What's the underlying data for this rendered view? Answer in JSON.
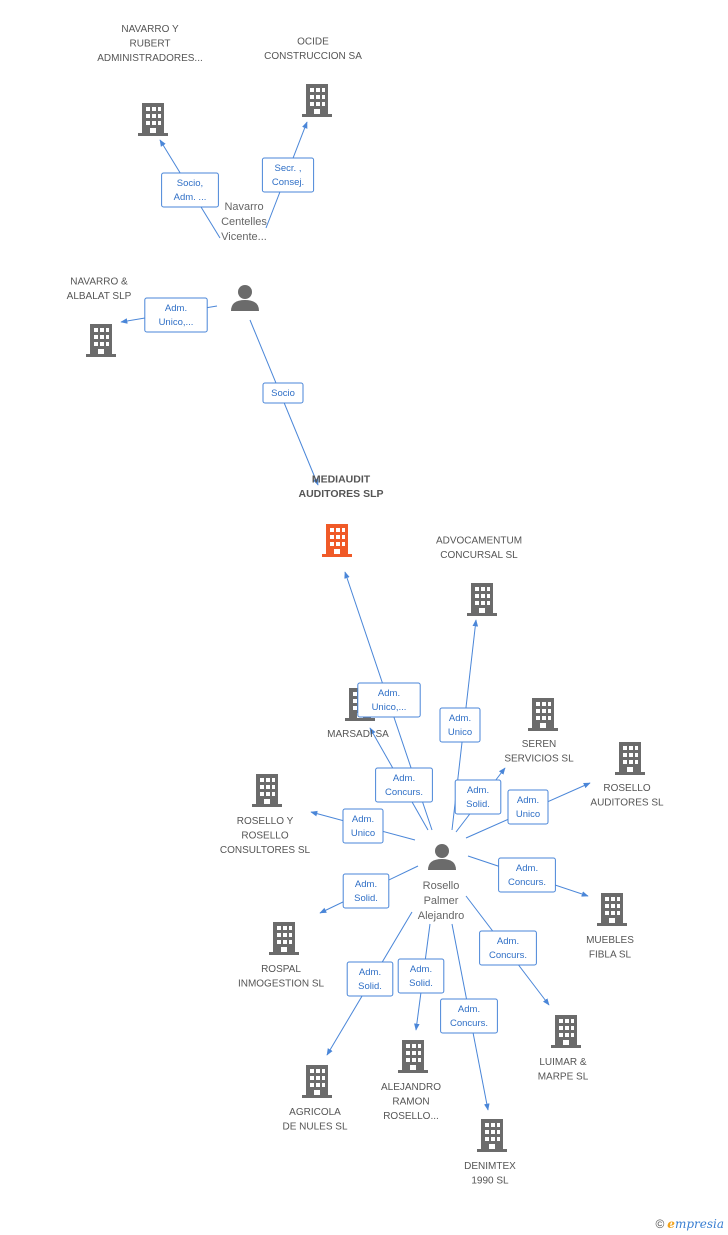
{
  "companies": [
    {
      "id": "mediaudit",
      "label": [
        "MEDIAUDIT",
        "AUDITORES SLP"
      ],
      "center": true,
      "icon": "building-icon"
    },
    {
      "id": "navarro_rubert",
      "label": [
        "NAVARRO Y",
        "RUBERT",
        "ADMINISTRADORES..."
      ],
      "icon": "building-icon"
    },
    {
      "id": "ocide",
      "label": [
        "OCIDE",
        "CONSTRUCCION SA"
      ],
      "icon": "building-icon"
    },
    {
      "id": "navarro_albalat",
      "label": [
        "NAVARRO &",
        "ALBALAT SLP"
      ],
      "icon": "building-icon"
    },
    {
      "id": "advocamentum",
      "label": [
        "ADVOCAMENTUM",
        "CONCURSAL SL"
      ],
      "icon": "building-icon"
    },
    {
      "id": "marsadi",
      "label": [
        "MARSADI SA"
      ],
      "icon": "building-icon"
    },
    {
      "id": "seren",
      "label": [
        "SEREN",
        "SERVICIOS SL"
      ],
      "icon": "building-icon"
    },
    {
      "id": "rosello_auditores",
      "label": [
        "ROSELLO",
        "AUDITORES SL"
      ],
      "icon": "building-icon"
    },
    {
      "id": "rosello_consultores",
      "label": [
        "ROSELLO Y",
        "ROSELLO",
        "CONSULTORES SL"
      ],
      "icon": "building-icon"
    },
    {
      "id": "muebles_fibla",
      "label": [
        "MUEBLES",
        "FIBLA SL"
      ],
      "icon": "building-icon"
    },
    {
      "id": "rospal",
      "label": [
        "ROSPAL",
        "INMOGESTION SL"
      ],
      "icon": "building-icon"
    },
    {
      "id": "luimar",
      "label": [
        "LUIMAR &",
        "MARPE SL"
      ],
      "icon": "building-icon"
    },
    {
      "id": "agricola",
      "label": [
        "AGRICOLA",
        "DE NULES SL"
      ],
      "icon": "building-icon"
    },
    {
      "id": "alejandro_ramon",
      "label": [
        "ALEJANDRO",
        "RAMON",
        "ROSELLO..."
      ],
      "icon": "building-icon"
    },
    {
      "id": "denimtex",
      "label": [
        "DENIMTEX",
        "1990  SL"
      ],
      "icon": "building-icon"
    }
  ],
  "persons": [
    {
      "id": "navarro_centelles",
      "label": [
        "Navarro",
        "Centelles",
        "Vicente..."
      ],
      "icon": "person-icon"
    },
    {
      "id": "rosello_palmer",
      "label": [
        "Rosello",
        "Palmer",
        "Alejandro"
      ],
      "icon": "person-icon"
    }
  ],
  "relations": [
    {
      "from": "navarro_centelles",
      "to": "navarro_rubert",
      "label": [
        "Socio,",
        "Adm. ..."
      ]
    },
    {
      "from": "navarro_centelles",
      "to": "ocide",
      "label": [
        "Secr. ,",
        "Consej."
      ]
    },
    {
      "from": "navarro_centelles",
      "to": "navarro_albalat",
      "label": [
        "Adm.",
        "Unico,..."
      ]
    },
    {
      "from": "navarro_centelles",
      "to": "mediaudit",
      "label": [
        "Socio"
      ]
    },
    {
      "from": "rosello_palmer",
      "to": "mediaudit",
      "label": [
        "Adm.",
        "Unico,..."
      ]
    },
    {
      "from": "rosello_palmer",
      "to": "advocamentum",
      "label": [
        "Adm.",
        "Unico"
      ]
    },
    {
      "from": "rosello_palmer",
      "to": "marsadi",
      "label": [
        "Adm.",
        "Concurs."
      ]
    },
    {
      "from": "rosello_palmer",
      "to": "seren",
      "label": [
        "Adm.",
        "Solid."
      ]
    },
    {
      "from": "rosello_palmer",
      "to": "rosello_auditores",
      "label": [
        "Adm.",
        "Unico"
      ]
    },
    {
      "from": "rosello_palmer",
      "to": "rosello_consultores",
      "label": [
        "Adm.",
        "Unico"
      ]
    },
    {
      "from": "rosello_palmer",
      "to": "muebles_fibla",
      "label": [
        "Adm.",
        "Concurs."
      ]
    },
    {
      "from": "rosello_palmer",
      "to": "rospal",
      "label": [
        "Adm.",
        "Solid."
      ]
    },
    {
      "from": "rosello_palmer",
      "to": "luimar",
      "label": [
        "Adm.",
        "Concurs."
      ]
    },
    {
      "from": "rosello_palmer",
      "to": "agricola",
      "label": [
        "Adm.",
        "Solid."
      ]
    },
    {
      "from": "rosello_palmer",
      "to": "alejandro_ramon",
      "label": [
        "Adm.",
        "Solid."
      ]
    },
    {
      "from": "rosello_palmer",
      "to": "denimtex",
      "label": [
        "Adm.",
        "Concurs."
      ]
    }
  ],
  "colors": {
    "edge": "#4a86d8",
    "building": "#6b6b6b",
    "center_building": "#f05a28",
    "person": "#6b6b6b"
  },
  "footer": {
    "copyright": "©",
    "brand_initial": "e",
    "brand_rest": "mpresia"
  }
}
